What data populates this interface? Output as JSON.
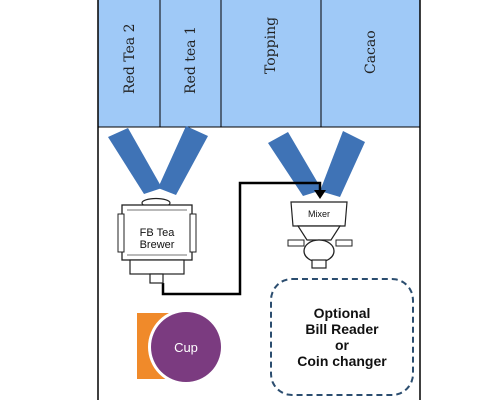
{
  "containers": [
    {
      "label": "Red Tea 2"
    },
    {
      "label": "Red tea 1"
    },
    {
      "label": "Topping"
    },
    {
      "label": "Cacao"
    }
  ],
  "brewer": {
    "line1": "FB Tea",
    "line2": "Brewer"
  },
  "mixer": {
    "label": "Mixer"
  },
  "cup": {
    "label": "Cup"
  },
  "optional": {
    "line1": "Optional",
    "line2": "Bill Reader",
    "line3": "or",
    "line4": "Coin changer"
  },
  "colors": {
    "container_fill": "#9fc9f7",
    "chute": "#3f73b6",
    "cup_square": "#f08a2a",
    "cup_circle": "#7b3b80",
    "box_border": "#2b4d6f"
  }
}
